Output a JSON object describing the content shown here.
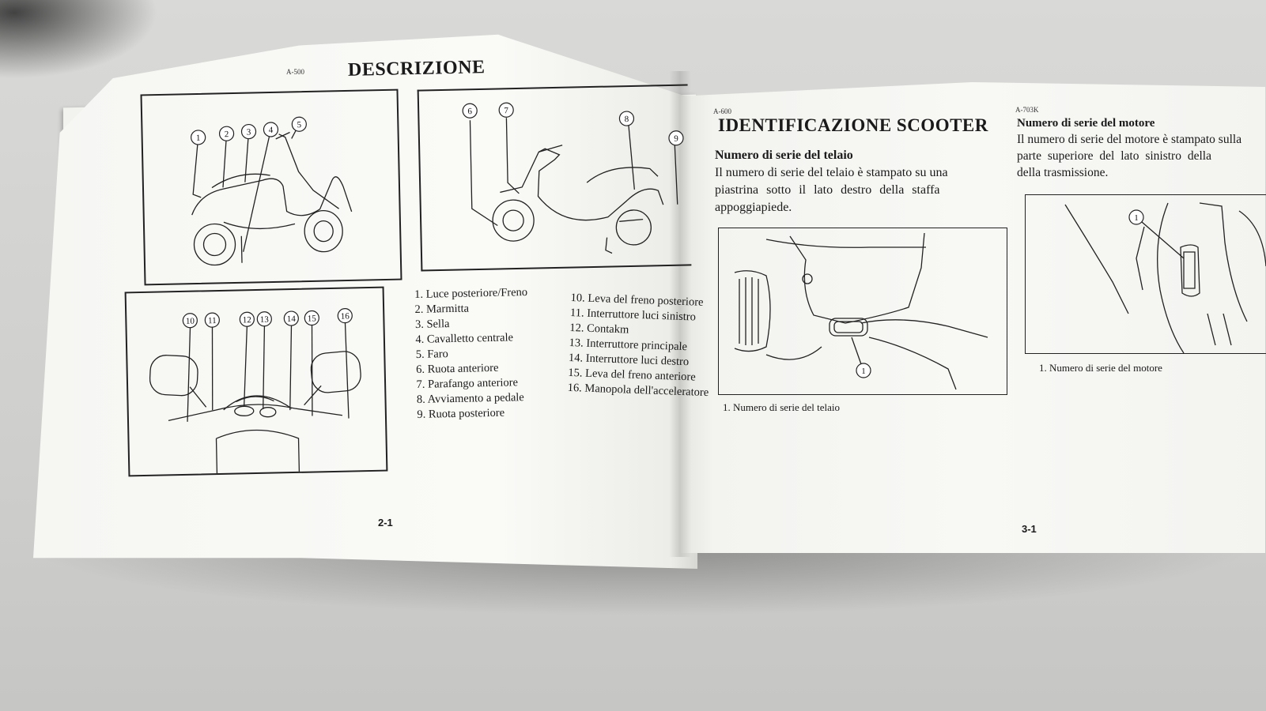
{
  "left_page": {
    "code": "A-500",
    "title": "DESCRIZIONE",
    "page_number": "2-1",
    "legend_col1": [
      "1.  Luce posteriore/Freno",
      "2.  Marmitta",
      "3.  Sella",
      "4.  Cavalletto centrale",
      "5.  Faro",
      "6.  Ruota anteriore",
      "7.  Parafango anteriore",
      "8.  Avviamento a pedale",
      "9.  Ruota posteriore"
    ],
    "legend_col2": [
      "10.  Leva del freno posteriore",
      "11.  Interruttore luci sinistro",
      "12.  Contakm",
      "13.  Interruttore principale",
      "14.  Interruttore luci destro",
      "15.  Leva del freno anteriore",
      "16.  Manopola dell'acceleratore"
    ],
    "fig1_callouts": [
      "1",
      "2",
      "3",
      "4",
      "5"
    ],
    "fig2_callouts": [
      "6",
      "7",
      "8",
      "9"
    ],
    "fig3_callouts": [
      "10",
      "11",
      "12",
      "13",
      "14",
      "15",
      "16"
    ]
  },
  "right_page": {
    "code": "A-600",
    "title": "IDENTIFICAZIONE SCOOTER",
    "page_number": "3-1",
    "frame_section": {
      "heading": "Numero di serie del telaio",
      "lines": [
        "Il numero di serie del telaio è stampato su una",
        "piastrina sotto il lato destro della staffa",
        "appoggiapiede."
      ],
      "figure_callout": "1",
      "caption": "1.  Numero di serie del telaio"
    },
    "engine_section": {
      "code": "A-703K",
      "heading": "Numero di serie del motore",
      "lines": [
        "Il numero di serie del motore è stampato sulla",
        "parte superiore del lato sinistro della",
        "della trasmissione."
      ],
      "figure_callout": "1",
      "caption": "1.  Numero di serie del motore"
    }
  }
}
